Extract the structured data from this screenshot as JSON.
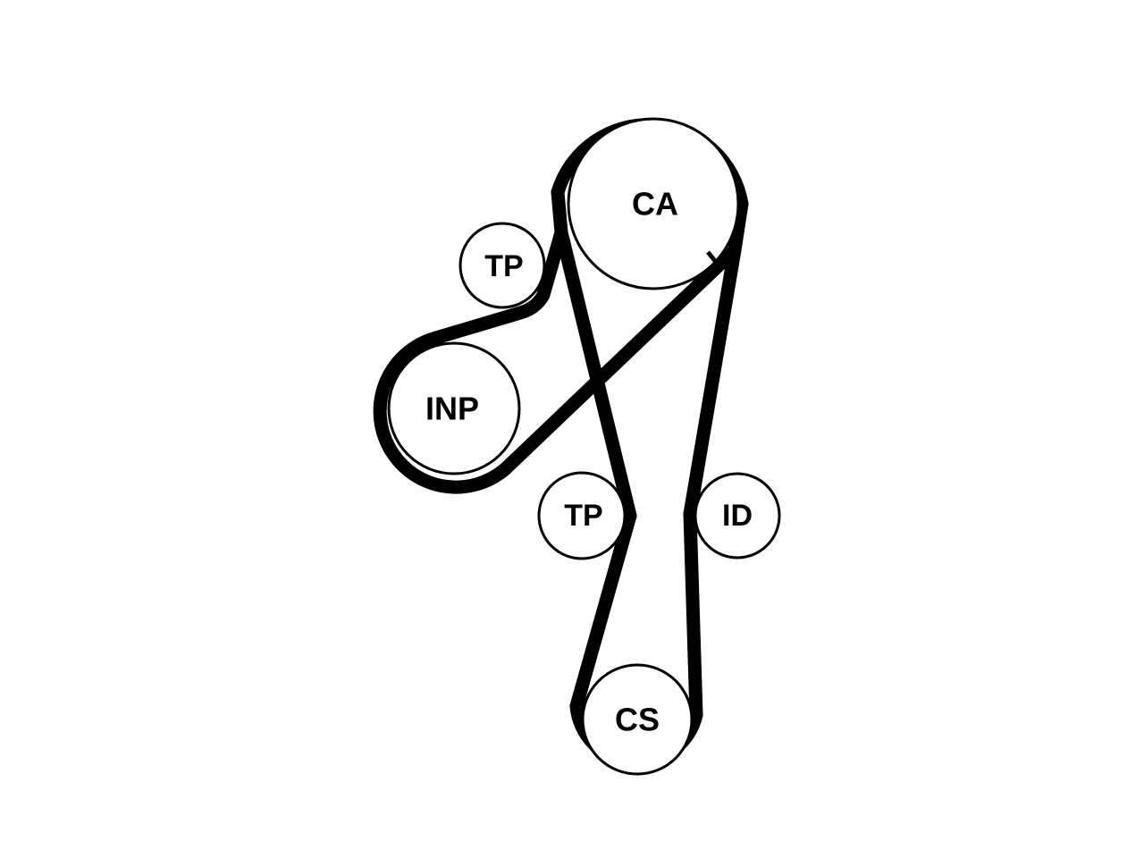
{
  "diagram": {
    "pulleys": {
      "ca": "CA",
      "tp_upper": "TP",
      "inp": "INP",
      "tp_lower": "TP",
      "id": "ID",
      "cs": "CS"
    },
    "colors": {
      "belt": "#000000",
      "pulley_outline": "#000000",
      "pulley_fill": "#ffffff",
      "label": "#000000",
      "background": "#ffffff"
    }
  }
}
